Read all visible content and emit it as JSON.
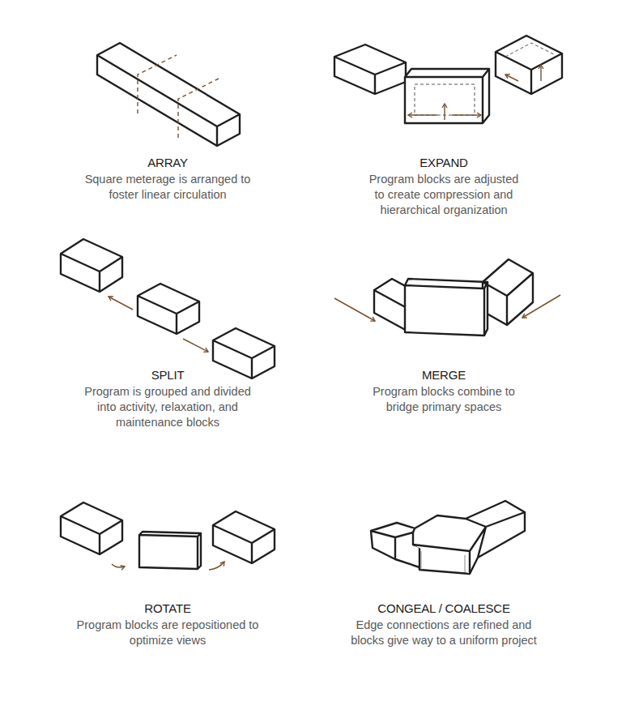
{
  "diagram": {
    "labels": [
      "ARRAY",
      "Square meterage is arranged to foster linear circulation",
      "EXPAND",
      "Program blocks are adjusted to create compression and hierarchical organization",
      "SPLIT",
      "Program is grouped and divided into activity, relaxation, and maintenance blocks",
      "MERGE",
      "Program blocks combine to bridge primary spaces",
      "ROTATE",
      "Program blocks are repositioned to optimize views",
      "CONGEAL / COALESCE",
      "Edge connections are refined and blocks give way to a uniform project"
    ]
  }
}
